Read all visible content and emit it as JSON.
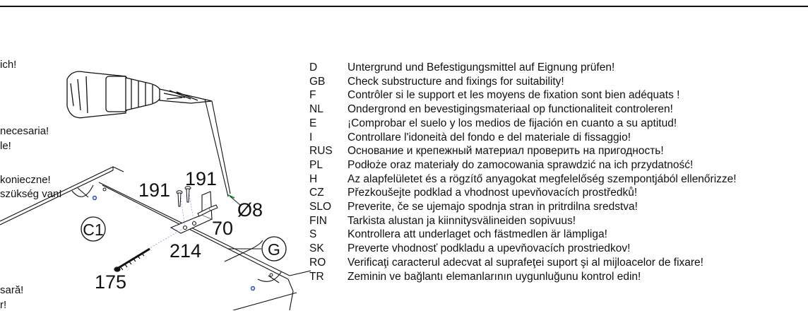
{
  "left_fragments": [
    "ich!",
    "necesaria!",
    "le!",
    "konieczne!",
    "szükség van!",
    "sară!",
    "r!"
  ],
  "figure_labels": {
    "screw_a": "191",
    "screw_b": "191",
    "drill_size": "Ø8",
    "plug": "70",
    "bracket": "214",
    "long_screw": "175",
    "panel": "C1",
    "part_g": "G"
  },
  "languages": [
    {
      "code": "D",
      "text": "Untergrund und Befestigungsmittel auf Eignung prüfen!"
    },
    {
      "code": "GB",
      "text": "Check substructure and fixings for suitability!"
    },
    {
      "code": "F",
      "text": "Contrôler si le support et les moyens de fixation sont bien adéquats !"
    },
    {
      "code": "NL",
      "text": "Ondergrond en bevestigingsmateriaal op functionaliteit controleren!"
    },
    {
      "code": "E",
      "text": "¡Comprobar el suelo y los medios de fijación en cuanto a su aptitud!"
    },
    {
      "code": "I",
      "text": "Controllare l'idoneità del fondo e del materiale di fissaggio!"
    },
    {
      "code": "RUS",
      "text": "Основание и крепежный материал проверить на пригодность!"
    },
    {
      "code": "PL",
      "text": "Podłoże oraz materiały do zamocowania sprawdzić na ich przydatność!"
    },
    {
      "code": "H",
      "text": "Az alapfelületet és a rögzítő anyagokat megfelelőség szempontjából ellenőrizze!"
    },
    {
      "code": "CZ",
      "text": "Přezkoušejte podklad a vhodnost upevňovacích prostředků!"
    },
    {
      "code": "SLO",
      "text": "Preverite, če se ujemajo spodnja stran in pritrdilna sredstva!"
    },
    {
      "code": "FIN",
      "text": "Tarkista alustan ja kiinnitysvälineiden sopivuus!"
    },
    {
      "code": "S",
      "text": "Kontrollera att underlaget och fästmedlen är lämpliga!"
    },
    {
      "code": "SK",
      "text": "Preverte vhodnosť podkladu a upevňovacích prostriedkov!"
    },
    {
      "code": "RO",
      "text": "Verificaţi caracterul adecvat al suprafeţei suport şi al mijloacelor de fixare!"
    },
    {
      "code": "TR",
      "text": "Zeminin ve bağlantı elemanlarının uygunluğunu kontrol edin!"
    }
  ]
}
